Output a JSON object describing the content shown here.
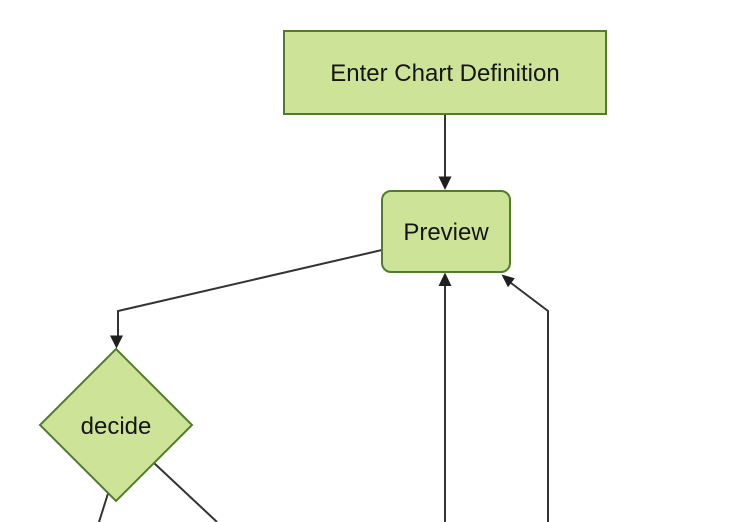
{
  "diagram": {
    "type": "flowchart",
    "direction": "top-down",
    "nodes": [
      {
        "id": "enter-chart-definition",
        "label": "Enter Chart Definition",
        "shape": "rectangle"
      },
      {
        "id": "preview",
        "label": "Preview",
        "shape": "rounded-rectangle"
      },
      {
        "id": "decide",
        "label": "decide",
        "shape": "diamond"
      }
    ],
    "edges": [
      {
        "from": "enter-chart-definition",
        "to": "preview",
        "arrowhead_visible": true
      },
      {
        "from": "preview",
        "to": "decide",
        "arrowhead_visible": true
      },
      {
        "from": "offscreen-bottom-center",
        "to": "preview",
        "arrowhead_visible": true
      },
      {
        "from": "offscreen-bottom-right",
        "to": "preview",
        "arrowhead_visible": true
      },
      {
        "from": "decide",
        "to": "offscreen-bottom-left",
        "arrowhead_visible": false
      },
      {
        "from": "decide",
        "to": "offscreen-bottom-right",
        "arrowhead_visible": false
      }
    ],
    "colors": {
      "node_fill": "#cde498",
      "node_border": "#507c2c",
      "edge_line": "#333333",
      "arrowhead": "#1f1f1f",
      "label_text": "#151515",
      "canvas_background": "#ffffff"
    }
  }
}
